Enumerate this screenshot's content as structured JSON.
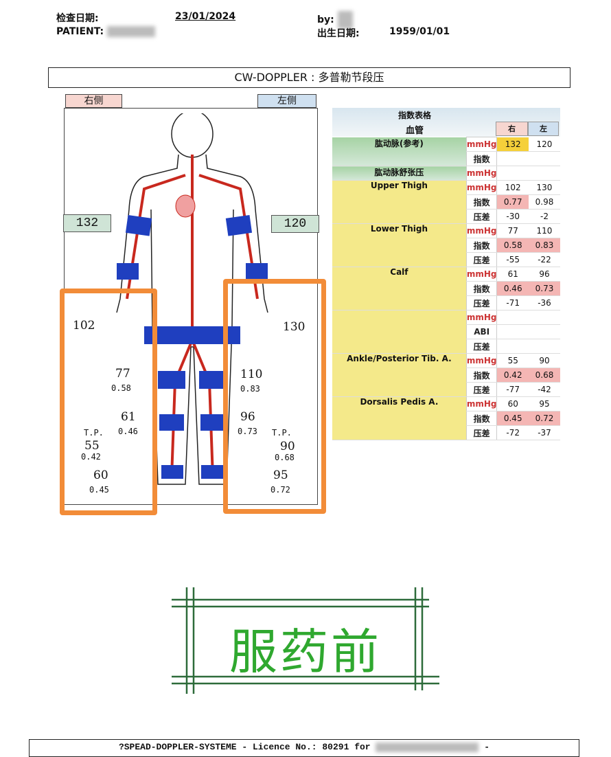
{
  "header": {
    "exam_date_label": "检查日期:",
    "exam_date": "23/01/2024",
    "by_label": "by:",
    "patient_label": "PATIENT:",
    "dob_label": "出生日期:",
    "dob": "1959/01/01"
  },
  "title": "CW-DOPPLER : 多普勒节段压",
  "diagram": {
    "right_label": "右侧",
    "left_label": "左侧",
    "right_arm": "132",
    "left_arm": "120",
    "right": {
      "upper": "102",
      "lower": "77",
      "lower_idx": "0.58",
      "calf": "61",
      "calf_idx": "0.46",
      "tp": "T.P.",
      "ankle": "55",
      "ankle_idx": "0.42",
      "dp": "60",
      "dp_idx": "0.45"
    },
    "left": {
      "upper": "130",
      "lower": "110",
      "lower_idx": "0.83",
      "calf": "96",
      "calf_idx": "0.73",
      "tp": "T.P.",
      "ankle": "90",
      "ankle_idx": "0.68",
      "dp": "95",
      "dp_idx": "0.72"
    }
  },
  "table": {
    "title": "指数表格",
    "vessel_header": "血管",
    "right_header": "右",
    "left_header": "左",
    "groups": [
      {
        "name": "肱动脉(参考)",
        "rows": [
          {
            "unit": "mmHg",
            "r": "132",
            "l": "120",
            "hr": "yel"
          },
          {
            "unit": "指数",
            "r": "",
            "l": ""
          }
        ]
      },
      {
        "name": "肱动脉舒张压",
        "rows": [
          {
            "unit": "mmHg",
            "r": "",
            "l": ""
          }
        ]
      },
      {
        "name": "Upper Thigh",
        "rows": [
          {
            "unit": "mmHg",
            "r": "102",
            "l": "130"
          },
          {
            "unit": "指数",
            "r": "0.77",
            "l": "0.98",
            "hr": "pink"
          },
          {
            "unit": "压差",
            "r": "-30",
            "l": "-2"
          }
        ]
      },
      {
        "name": "Lower Thigh",
        "rows": [
          {
            "unit": "mmHg",
            "r": "77",
            "l": "110"
          },
          {
            "unit": "指数",
            "r": "0.58",
            "l": "0.83",
            "hr": "pink",
            "hl": "pink"
          },
          {
            "unit": "压差",
            "r": "-55",
            "l": "-22"
          }
        ]
      },
      {
        "name": "Calf",
        "rows": [
          {
            "unit": "mmHg",
            "r": "61",
            "l": "96"
          },
          {
            "unit": "指数",
            "r": "0.46",
            "l": "0.73",
            "hr": "pink",
            "hl": "pink"
          },
          {
            "unit": "压差",
            "r": "-71",
            "l": "-36"
          }
        ]
      },
      {
        "name": "",
        "rows": [
          {
            "unit": "mmHg",
            "r": "",
            "l": ""
          },
          {
            "unit": "ABI",
            "r": "",
            "l": ""
          },
          {
            "unit": "压差",
            "r": "",
            "l": ""
          }
        ]
      },
      {
        "name": "Ankle/Posterior Tib. A.",
        "rows": [
          {
            "unit": "mmHg",
            "r": "55",
            "l": "90"
          },
          {
            "unit": "指数",
            "r": "0.42",
            "l": "0.68",
            "hr": "pink",
            "hl": "pink"
          },
          {
            "unit": "压差",
            "r": "-77",
            "l": "-42"
          }
        ]
      },
      {
        "name": "Dorsalis Pedis A.",
        "rows": [
          {
            "unit": "mmHg",
            "r": "60",
            "l": "95"
          },
          {
            "unit": "指数",
            "r": "0.45",
            "l": "0.72",
            "hr": "pink",
            "hl": "pink"
          },
          {
            "unit": "压差",
            "r": "-72",
            "l": "-37"
          }
        ]
      }
    ]
  },
  "stamp": "服药前",
  "footer": {
    "text": "?SPEAD-DOPPLER-SYSTEME - Licence No.: 80291 for",
    "suffix": "-"
  }
}
